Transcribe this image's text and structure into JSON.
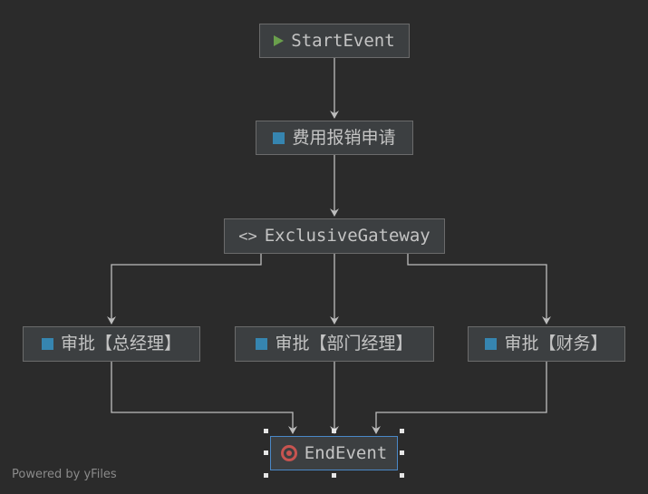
{
  "diagram": {
    "start_event": {
      "label": "StartEvent",
      "icon": "play-icon"
    },
    "task_expense": {
      "label": "费用报销申请",
      "icon": "task-icon"
    },
    "gateway": {
      "label": "ExclusiveGateway",
      "icon": "gateway-icon"
    },
    "approve_gm": {
      "label": "审批【总经理】",
      "icon": "task-icon"
    },
    "approve_dept": {
      "label": "审批【部门经理】",
      "icon": "task-icon"
    },
    "approve_finance": {
      "label": "审批【财务】",
      "icon": "task-icon"
    },
    "end_event": {
      "label": "EndEvent",
      "icon": "end-event-icon"
    }
  },
  "footer": {
    "powered_by": "Powered by yFiles"
  },
  "colors": {
    "background": "#2b2b2b",
    "node_fill": "#3c3f41",
    "node_border": "#6b6b6b",
    "text": "#c4c4c4",
    "edge": "#bdbdbd",
    "start_green": "#6a9f4c",
    "task_blue": "#3592c4",
    "end_red": "#c75450",
    "selection_blue": "#4a88c7"
  }
}
